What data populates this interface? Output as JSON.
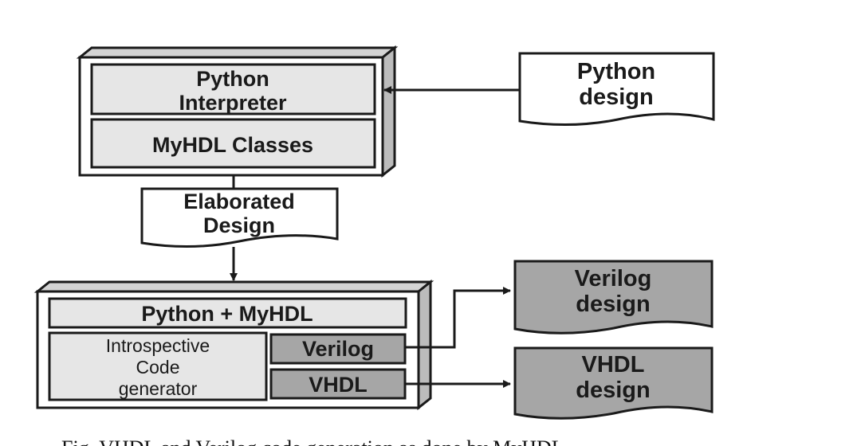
{
  "interpreter_box": {
    "python_interpreter_line1": "Python",
    "python_interpreter_line2": "Interpreter",
    "myhdl_classes": "MyHDL Classes"
  },
  "python_design_doc": {
    "line1": "Python",
    "line2": "design"
  },
  "elaborated_design_doc": {
    "line1": "Elaborated",
    "line2": "Design"
  },
  "generator_box": {
    "python_myhdl": "Python + MyHDL",
    "introspective_line1": "Introspective",
    "introspective_line2": "Code",
    "introspective_line3": "generator",
    "verilog": "Verilog",
    "vhdl": "VHDL"
  },
  "verilog_design_doc": {
    "line1": "Verilog",
    "line2": "design"
  },
  "vhdl_design_doc": {
    "line1": "VHDL",
    "line2": "design"
  },
  "caption": "Fig. VHDL and Verilog code generation as done by MyHDL",
  "colors": {
    "panel_fill": "#e6e6e6",
    "output_fill": "#a6a6a6",
    "bevel": "#c8c8c8",
    "stroke": "#1a1a1a"
  }
}
